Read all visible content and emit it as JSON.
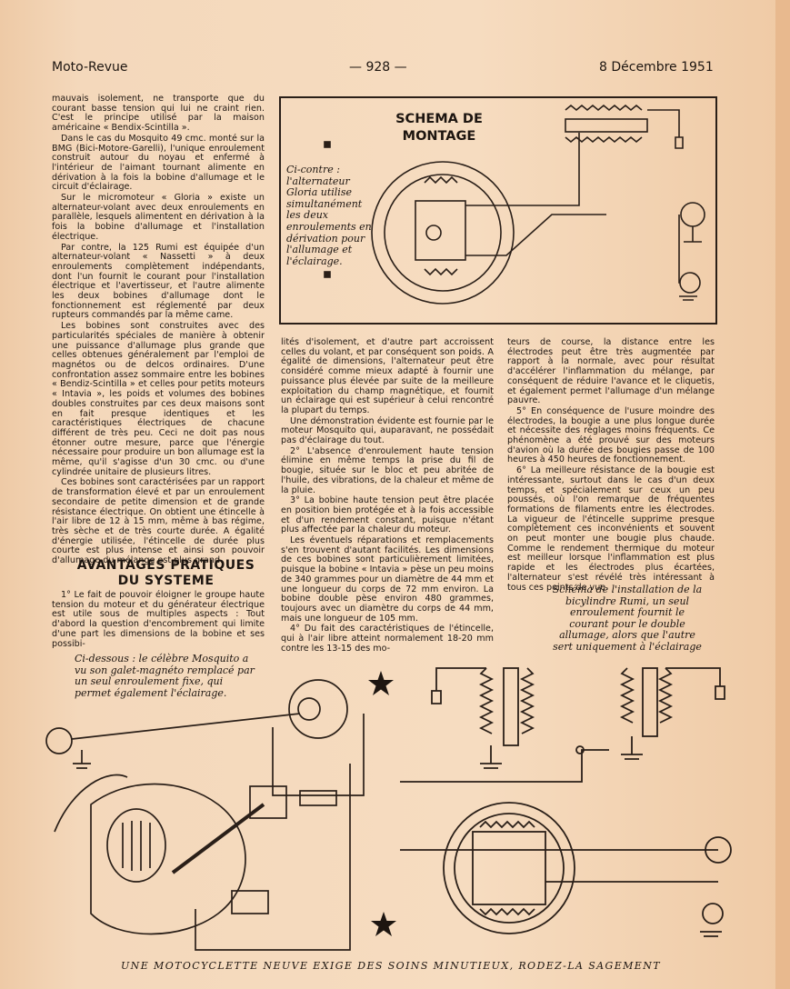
{
  "header": {
    "left": "Moto-Revue",
    "center": "— 928 —",
    "right": "8 Décembre 1951"
  },
  "col1_top": [
    "mauvais isolement, ne transporte que du courant basse tension qui lui ne craint rien. C'est le principe utilisé par la maison américaine « Bendix-Scintilla ».",
    "Dans le cas du Mosquito 49 cmc. monté sur la BMG (Bici-Motore-Garelli), l'unique enroulement construit autour du noyau et enfermé à l'intérieur de l'aimant tournant alimente en dérivation à la fois la bobine d'allumage et le circuit d'éclairage.",
    "Sur le micromoteur « Gloria » existe un alternateur-volant avec deux enroulements en parallèle, lesquels alimentent en dérivation à la fois la bobine d'allumage et l'installation électrique.",
    "Par contre, la 125 Rumi est équipée d'un alternateur-volant « Nassetti » à deux enroulements complètement indépendants, dont l'un fournit le courant pour l'installation électrique et l'avertisseur, et l'autre alimente les deux bobines d'allumage dont le fonctionnement est réglementé par deux rupteurs commandés par la même came.",
    "Les bobines sont construites avec des particularités spéciales de manière à obtenir une puissance d'allumage plus grande que celles obtenues généralement par l'emploi de magnétos ou de delcos ordinaires. D'une confrontation assez sommaire entre les bobines « Bendiz-Scintilla » et celles pour petits moteurs « Intavia », les poids et volumes des bobines doubles construites par ces deux maisons sont en fait presque identiques et les caractéristiques électriques de chacune différent de très peu. Ceci ne doit pas nous étonner outre mesure, parce que l'énergie nécessaire pour produire un bon allumage est la même, qu'il s'agisse d'un 30 cmc. ou d'une cylindrée unitaire de plusieurs litres.",
    "Ces bobines sont caractérisées par un rapport de transformation élevé et par un enroulement secondaire de petite dimension et de grande résistance électrique. On obtient une étincelle à l'air libre de 12 à 15 mm, même à bas régime, très sèche et de très courte durée. A égalité d'énergie utilisée, l'étincelle de durée plus courte est plus intense et ainsi son pouvoir d'allumage du mélange est plus grand."
  ],
  "section_title_1": "AVANTAGES PRATIQUES",
  "section_title_2": "DU SYSTEME",
  "col1_bottom": [
    "1° Le fait de pouvoir éloigner le groupe haute tension du moteur et du générateur électrique est utile sous de multiples aspects : Tout d'abord la question d'encombrement qui limite d'une part les dimensions de la bobine et ses possibi-"
  ],
  "col2": [
    "lités d'isolement, et d'autre part accroissent celles du volant, et par conséquent son poids. A égalité de dimensions, l'alternateur peut être considéré comme mieux adapté à fournir une puissance plus élevée par suite de la meilleure exploitation du champ magnétique, et fournit un éclairage qui est supérieur à celui rencontré la plupart du temps.",
    "Une démonstration évidente est fournie par le moteur Mosquito qui, auparavant, ne possédait pas d'éclairage du tout.",
    "2° L'absence d'enroulement haute tension élimine en même temps la prise du fil de bougie, située sur le bloc et peu abritée de l'huile, des vibrations, de la chaleur et même de la pluie.",
    "3° La bobine haute tension peut être placée en position bien protégée et à la fois accessible et d'un rendement constant, puisque n'étant plus affectée par la chaleur du moteur.",
    "Les éventuels réparations et remplacements s'en trouvent d'autant facilités. Les dimensions de ces bobines sont particulièrement limitées, puisque la bobine « Intavia » pèse un peu moins de 340 grammes pour un diamètre de 44 mm et une longueur du corps de 72 mm environ. La bobine double pèse environ 480 grammes, toujours avec un diamètre du corps de 44 mm, mais une longueur de 105 mm.",
    "4° Du fait des caractéristiques de l'étincelle, qui à l'air libre atteint normalement 18-20 mm contre les 13-15 des mo-"
  ],
  "col3": [
    "teurs de course, la distance entre les électrodes peut être très augmentée par rapport à la normale, avec pour résultat d'accélérer l'inflammation du mélange, par conséquent de réduire l'avance et le cliquetis, et également permet l'allumage d'un mélange pauvre.",
    "5° En conséquence de l'usure moindre des électrodes, la bougie a une plus longue durée et nécessite des réglages moins fréquents. Ce phénomène a été prouvé sur des moteurs d'avion où la durée des bougies passe de 100 heures à 450 heures de fonctionnement.",
    "6° La meilleure résistance de la bougie est intéressante, surtout dans le cas d'un deux temps, et spécialement sur ceux un peu poussés, où l'on remarque de fréquentes formations de filaments entre les électrodes. La vigueur de l'étincelle supprime presque complètement ces inconvénients et souvent on peut monter une bougie plus chaude. Comme le rendement thermique du moteur est meilleur lorsque l'inflammation est plus rapide et les électrodes plus écartées, l'alternateur s'est révélé très intéressant à tous ces points de vue."
  ],
  "box_title_1": "SCHEMA DE",
  "box_title_2": "MONTAGE",
  "caption_gloria": "Ci-contre : l'alternateur Gloria utilise simultanément les deux enroulements en dérivation pour l'allumage et l'éclairage.",
  "caption_rumi": "Schéma de l'installation de la bicylindre Rumi, un seul enroulement fournit le courant pour le double allumage, alors que l'autre sert uniquement à l'éclairage",
  "caption_mosquito": "Ci-dessous : le célèbre Mosquito a vu son galet-magnéto remplacé par un seul enroulement fixe, qui permet également l'éclairage.",
  "footer": "UNE MOTOCYCLETTE NEUVE EXIGE DES SOINS MINUTIEUX, RODEZ-LA SAGEMENT",
  "colors": {
    "paper": "#f4d8bb",
    "ink": "#1d1510"
  }
}
